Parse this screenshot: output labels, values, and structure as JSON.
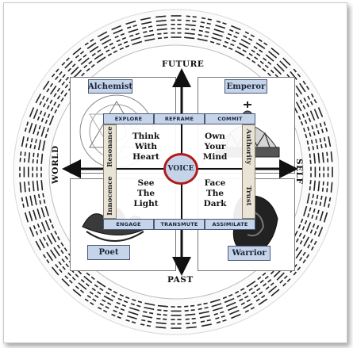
{
  "directions": {
    "top": "FUTURE",
    "bottom": "PAST",
    "left": "WORLD",
    "right": "SELF"
  },
  "archetypes": {
    "top_left": "Alchemist",
    "top_right": "Emperor",
    "bottom_left": "Poet",
    "bottom_right": "Warrior"
  },
  "top_bar": [
    "EXPLORE",
    "REFRAME",
    "COMMIT"
  ],
  "bottom_bar": [
    "ENGAGE",
    "TRANSMUTE",
    "ASSIMILATE"
  ],
  "left_bar": [
    "Resonance",
    "Innocence"
  ],
  "right_bar": [
    "Authority",
    "Trust"
  ],
  "quadrants": {
    "top_left": [
      "Think",
      "With",
      "Heart"
    ],
    "top_right": [
      "Own",
      "Your",
      "Mind"
    ],
    "bottom_left": [
      "See",
      "The",
      "Light"
    ],
    "bottom_right": [
      "Face",
      "The",
      "Dark"
    ]
  },
  "center": "VOICE",
  "colors": {
    "panel_fill": "#c6d4ea",
    "panel_border": "#4a5a78",
    "side_fill": "#e9e4d6",
    "voice_ring": "#b01c1c",
    "hexagram": "#222222"
  }
}
